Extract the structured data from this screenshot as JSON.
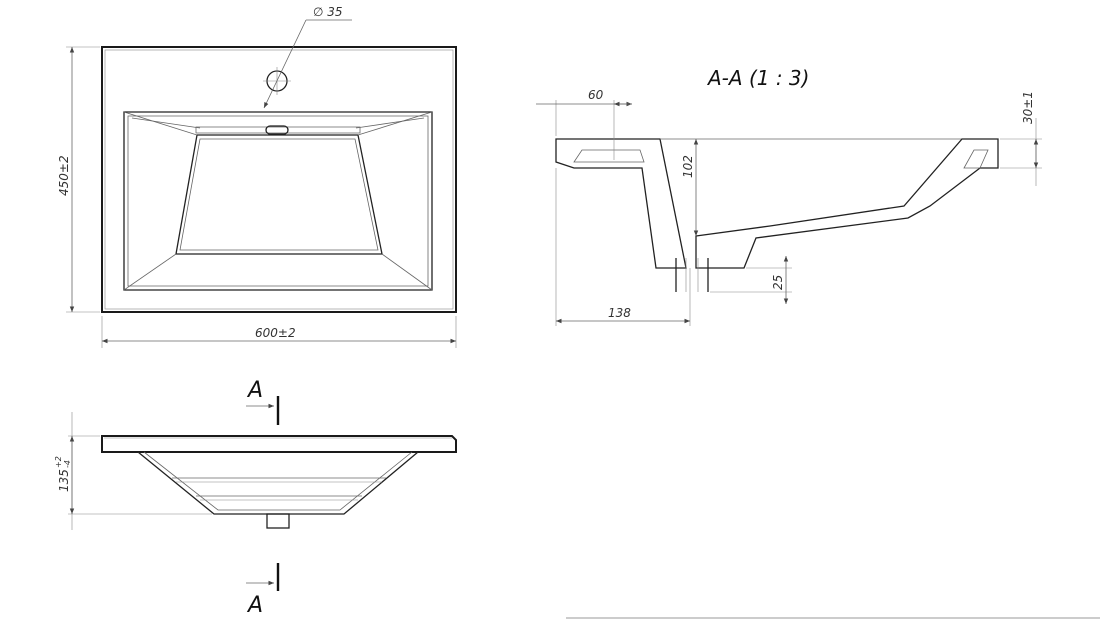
{
  "top_view": {
    "width_label": "600±2",
    "depth_label": "450±2",
    "hole_label": "∅ 35"
  },
  "front_view": {
    "height_label": "135",
    "height_tol_upper": "+2",
    "height_tol_lower": "-4"
  },
  "section_marks": {
    "top_letter": "A",
    "bottom_letter": "A"
  },
  "section_view": {
    "title": "A-A (1 : 3)",
    "dim_60": "60",
    "dim_102": "102",
    "dim_30": "30±1",
    "dim_25": "25",
    "dim_138": "138"
  }
}
